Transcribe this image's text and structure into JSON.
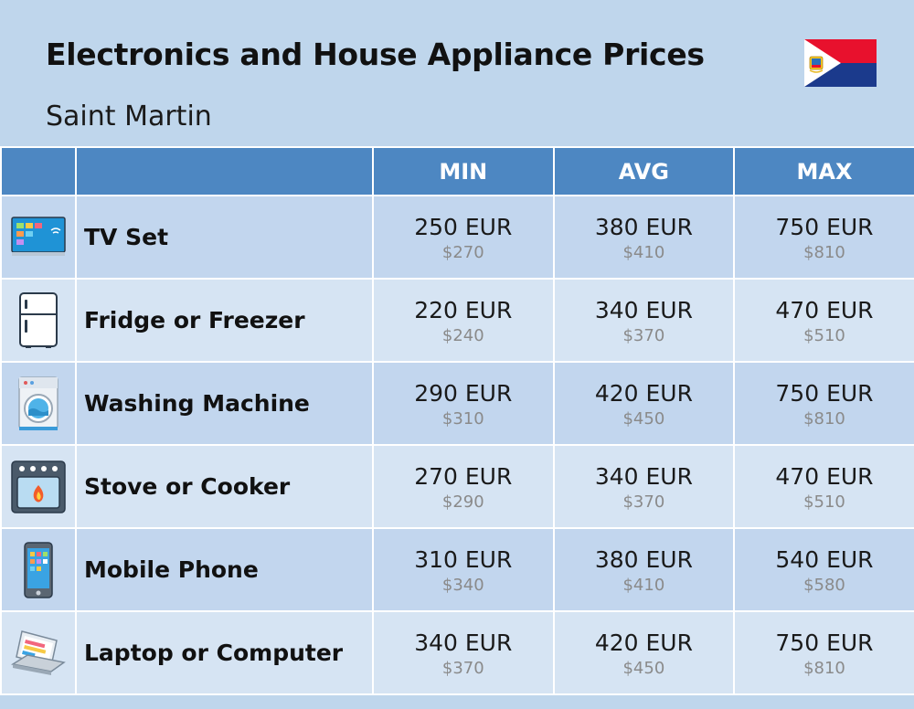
{
  "header": {
    "title": "Electronics and House Appliance Prices",
    "subtitle": "Saint Martin"
  },
  "flag": {
    "icon": "sint-maarten-flag",
    "colors": {
      "top": "#e8112d",
      "bottom": "#1b3a8c",
      "hoist": "#ffffff"
    }
  },
  "colors": {
    "background": "#bfd6ec",
    "header_row": "#4d87c2",
    "row_odd": "#c2d6ee",
    "row_even": "#d6e4f3",
    "secondary_text": "#8a8a8a"
  },
  "chart_data": {
    "type": "table",
    "columns": [
      "",
      "",
      "MIN",
      "AVG",
      "MAX"
    ],
    "rows": [
      {
        "icon": "tv-icon",
        "label": "TV Set",
        "min": "250 EUR",
        "min_usd": "$270",
        "avg": "380 EUR",
        "avg_usd": "$410",
        "max": "750 EUR",
        "max_usd": "$810"
      },
      {
        "icon": "fridge-icon",
        "label": "Fridge or Freezer",
        "min": "220 EUR",
        "min_usd": "$240",
        "avg": "340 EUR",
        "avg_usd": "$370",
        "max": "470 EUR",
        "max_usd": "$510"
      },
      {
        "icon": "washing-machine-icon",
        "label": "Washing Machine",
        "min": "290 EUR",
        "min_usd": "$310",
        "avg": "420 EUR",
        "avg_usd": "$450",
        "max": "750 EUR",
        "max_usd": "$810"
      },
      {
        "icon": "stove-icon",
        "label": "Stove or Cooker",
        "min": "270 EUR",
        "min_usd": "$290",
        "avg": "340 EUR",
        "avg_usd": "$370",
        "max": "470 EUR",
        "max_usd": "$510"
      },
      {
        "icon": "mobile-phone-icon",
        "label": "Mobile Phone",
        "min": "310 EUR",
        "min_usd": "$340",
        "avg": "380 EUR",
        "avg_usd": "$410",
        "max": "540 EUR",
        "max_usd": "$580"
      },
      {
        "icon": "laptop-icon",
        "label": "Laptop or Computer",
        "min": "340 EUR",
        "min_usd": "$370",
        "avg": "420 EUR",
        "avg_usd": "$450",
        "max": "750 EUR",
        "max_usd": "$810"
      }
    ]
  }
}
